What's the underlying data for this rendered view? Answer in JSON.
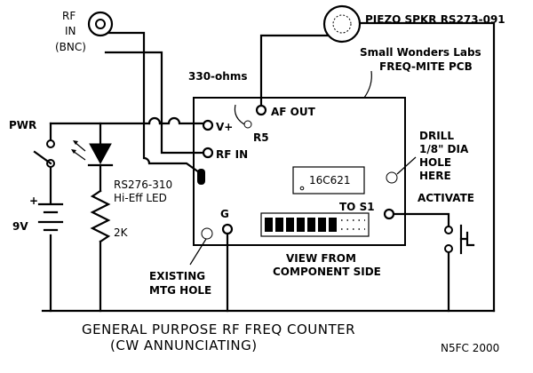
{
  "labels": {
    "rf_in_1": "RF",
    "rf_in_2": "IN",
    "rf_in_3": "(BNC)",
    "piezo": "PIEZO SPKR RS273-091",
    "pcb_1": "Small Wonders Labs",
    "pcb_2": "FREQ-MITE PCB",
    "resistor_value": "330-ohms",
    "af_out": "AF OUT",
    "v_plus": "V+",
    "r5": "R5",
    "rf_in_pad": "RF IN",
    "pwr": "PWR",
    "led_1": "RS276-310",
    "led_2": "Hi-Eff LED",
    "drill_1": "DRILL",
    "drill_2": "1/8\" DIA",
    "drill_3": "HOLE",
    "drill_4": "HERE",
    "chip": "16C621",
    "activate": "ACTIVATE",
    "to_s1": "TO S1",
    "g": "G",
    "battery": "9V",
    "plus": "+",
    "res_2k": "2K",
    "view_1": "VIEW FROM",
    "view_2": "COMPONENT SIDE",
    "mtg_1": "EXISTING",
    "mtg_2": "MTG HOLE",
    "title_1": "GENERAL PURPOSE RF FREQ COUNTER",
    "title_2": "(CW ANNUNCIATING)",
    "credit": "N5FC 2000"
  }
}
